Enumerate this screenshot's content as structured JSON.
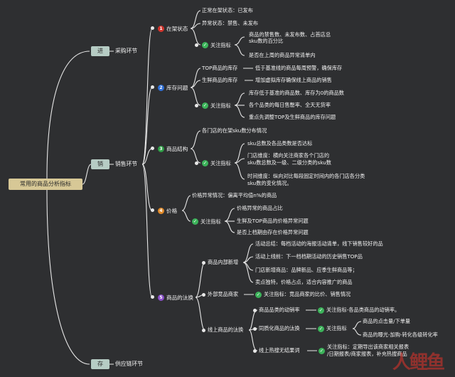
{
  "root": "常用的商品分析指标",
  "branches": {
    "purchase": {
      "tag": "进",
      "label": "采购环节"
    },
    "sales": {
      "tag": "销",
      "label": "销售环节"
    },
    "supply": {
      "tag": "存",
      "label": "供应链环节"
    }
  },
  "topics": [
    {
      "num": "1",
      "label": "在架状态",
      "color": "#d2342c"
    },
    {
      "num": "2",
      "label": "库存问题",
      "color": "#2f6fd6"
    },
    {
      "num": "3",
      "label": "商品结构",
      "color": "#2f9e46"
    },
    {
      "num": "4",
      "label": "价格",
      "color": "#e08a2a"
    },
    {
      "num": "5",
      "label": "商品的汰换",
      "color": "#8a4fc9"
    }
  ],
  "focus_label": "关注指标",
  "t1": {
    "a": "正常在架状态：已发布",
    "b": "异常状态：禁售、未发布",
    "c1": "商品的禁售数、未发布数、占首店总",
    "c2": "sku数的百分比",
    "d": "是否在上周的商品异常清单内"
  },
  "t2": {
    "a_label": "TOP商品的库存",
    "a_desc": "低于基准线的商品每周预警，确保库存",
    "b_label": "生鲜商品的库存",
    "b_desc": "增加虚拟库存确保线上商品的销售",
    "c": "库存低于基准的商品数、库存为0的商品数",
    "d": "各个品类的每日售罄率、全天无货率",
    "e": "重点先调整TOP及生鲜商品的库存问题"
  },
  "t3": {
    "a": "各门店的在架sku数分布情况",
    "b": "sku总数及各品类数是否达标",
    "c1": "门店维度：横向关注商家各个门店的",
    "c2": "sku数总数及一级、二级分类的sku数",
    "d1": "时间维度：纵向对比每段固定时间内的各门店各分类",
    "d2": "sku数的变化情况。"
  },
  "t4": {
    "a": "价格异常情况：偏离平均值n%的商品",
    "b": "价格异常的商品占比",
    "c": "生鲜及TOP商品的价格异常问题",
    "d": "是否上档期由存在价格异常问题"
  },
  "t5": {
    "internal": "商品内部新增",
    "i1": "活动总结：每档活动的海报活动清单，线下销售较好的品",
    "i2": "活动上线前：下一档档期活动的历史销售TOP品",
    "i3": "门店新增商品：品牌新品、应季生鲜商品等；",
    "i4": "卖点独特，价格占点，适合内容推广的商品",
    "external": "外部竞品商家",
    "e1": "关注指标：竞品商家的比价、销售情况",
    "online": "线上商品的汰换",
    "o1_label": "商品品类的动销率",
    "o1_desc": "关注指标-各品类商品的动销率。",
    "o2_label": "同质化商品的汰换",
    "o2a": "商品的点击量/下单量",
    "o2b": "商品的曝光-加购-转化各级转化率",
    "o3_label": "线上热搜无结果词",
    "o3a": "关注指标：定期导出该商家相关报表",
    "o3b": "/日期报表/商家报表，补充热搜商品"
  },
  "watermark": "人鲤鱼"
}
